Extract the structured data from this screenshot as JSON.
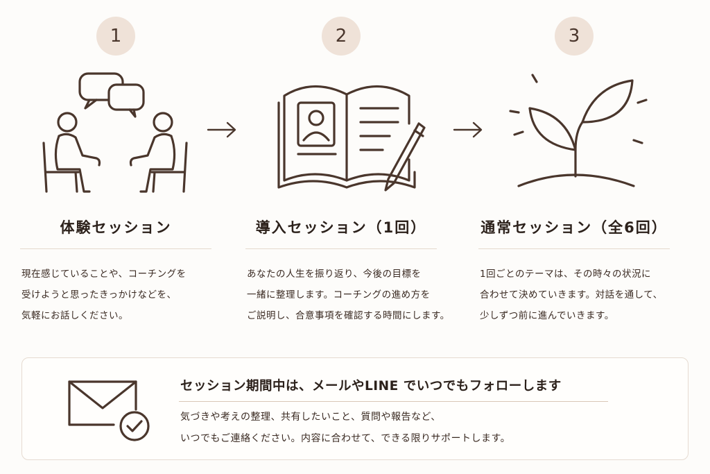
{
  "steps": [
    {
      "number": "1",
      "title": "体験セッション",
      "icon": "people-conversation-icon",
      "lines": [
        "現在感じていることや、コーチングを",
        "受けようと思ったきっかけなどを、",
        "気軽にお話しください。"
      ]
    },
    {
      "number": "2",
      "title": "導入セッション（1回）",
      "icon": "open-book-pencil-icon",
      "lines": [
        "あなたの人生を振り返り、今後の目標を",
        "一緒に整理します。コーチングの進め方を",
        "ご説明し、合意事項を確認する時間にします。"
      ]
    },
    {
      "number": "3",
      "title": "通常セッション（全6回）",
      "icon": "sprout-icon",
      "lines": [
        "1回ごとのテーマは、その時々の状況に",
        "合わせて決めていきます。対話を通して、",
        "少しずつ前に進んでいきます。"
      ]
    }
  ],
  "contact": {
    "icon": "mail-check-icon",
    "title": "セッション期間中は、メールやLINE でいつでもフォローします",
    "lines": [
      "気づきや考えの整理、共有したいこと、質問や報告など、",
      "いつでもご連絡ください。内容に合わせて、できる限りサポートします。"
    ]
  },
  "colors": {
    "line": "#4a362c",
    "badge_bg": "#efe2d8",
    "rule": "#e5d9cd",
    "background": "#fdfcfa"
  }
}
